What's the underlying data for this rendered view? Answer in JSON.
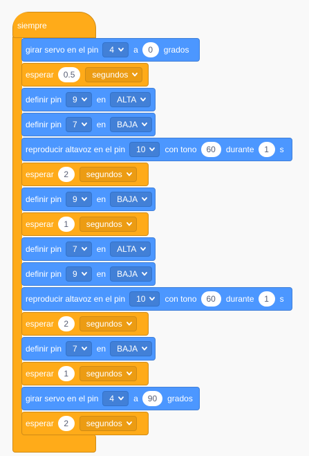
{
  "forever": {
    "label": "siempre"
  },
  "blocks": [
    {
      "kind": "servo",
      "text1": "girar servo en el pin",
      "pin": "4",
      "text2": "a",
      "angle": "0",
      "text3": "grados"
    },
    {
      "kind": "wait",
      "text1": "esperar",
      "amount": "0.5",
      "unit": "segundos"
    },
    {
      "kind": "setpin",
      "text1": "definir pin",
      "pin": "9",
      "text2": "en",
      "state": "ALTA"
    },
    {
      "kind": "setpin",
      "text1": "definir pin",
      "pin": "7",
      "text2": "en",
      "state": "BAJA"
    },
    {
      "kind": "speaker",
      "text1": "reproducir altavoz en el pin",
      "pin": "10",
      "text2": "con tono",
      "tone": "60",
      "text3": "durante",
      "duration": "1",
      "text4": "s"
    },
    {
      "kind": "wait",
      "text1": "esperar",
      "amount": "2",
      "unit": "segundos"
    },
    {
      "kind": "setpin",
      "text1": "definir pin",
      "pin": "9",
      "text2": "en",
      "state": "BAJA"
    },
    {
      "kind": "wait",
      "text1": "esperar",
      "amount": "1",
      "unit": "segundos"
    },
    {
      "kind": "setpin",
      "text1": "definir pin",
      "pin": "7",
      "text2": "en",
      "state": "ALTA"
    },
    {
      "kind": "setpin",
      "text1": "definir pin",
      "pin": "9",
      "text2": "en",
      "state": "BAJA"
    },
    {
      "kind": "speaker",
      "text1": "reproducir altavoz en el pin",
      "pin": "10",
      "text2": "con tono",
      "tone": "60",
      "text3": "durante",
      "duration": "1",
      "text4": "s"
    },
    {
      "kind": "wait",
      "text1": "esperar",
      "amount": "2",
      "unit": "segundos"
    },
    {
      "kind": "setpin",
      "text1": "definir pin",
      "pin": "7",
      "text2": "en",
      "state": "BAJA"
    },
    {
      "kind": "wait",
      "text1": "esperar",
      "amount": "1",
      "unit": "segundos"
    },
    {
      "kind": "servo",
      "text1": "girar servo en el pin",
      "pin": "4",
      "text2": "a",
      "angle": "90",
      "text3": "grados"
    },
    {
      "kind": "wait",
      "text1": "esperar",
      "amount": "2",
      "unit": "segundos"
    }
  ],
  "colors": {
    "motion_blue": "#4c97ff",
    "control_orange": "#ffab19",
    "workspace_bg": "#f9f9f9"
  },
  "icons": {
    "dropdown": "chevron-down-icon"
  }
}
